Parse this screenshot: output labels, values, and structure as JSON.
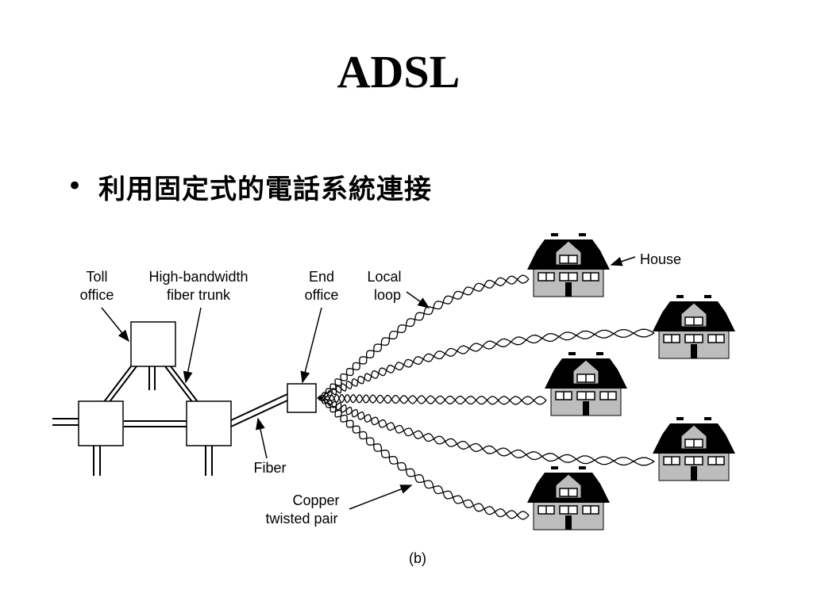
{
  "slide": {
    "title": "ADSL",
    "bullet_symbol": "•",
    "bullet_text": "利用固定式的電話系統連接"
  },
  "diagram": {
    "labels": {
      "toll_office_1": "Toll",
      "toll_office_2": "office",
      "trunk_1": "High-bandwidth",
      "trunk_2": "fiber trunk",
      "end_office_1": "End",
      "end_office_2": "office",
      "local_loop_1": "Local",
      "local_loop_2": "loop",
      "house": "House",
      "fiber": "Fiber",
      "copper_1": "Copper",
      "copper_2": "twisted pair",
      "caption": "(b)"
    },
    "house_count": 5,
    "colors": {
      "line": "#000000",
      "roof": "#000000",
      "house_wall": "#bdbdbd"
    }
  }
}
